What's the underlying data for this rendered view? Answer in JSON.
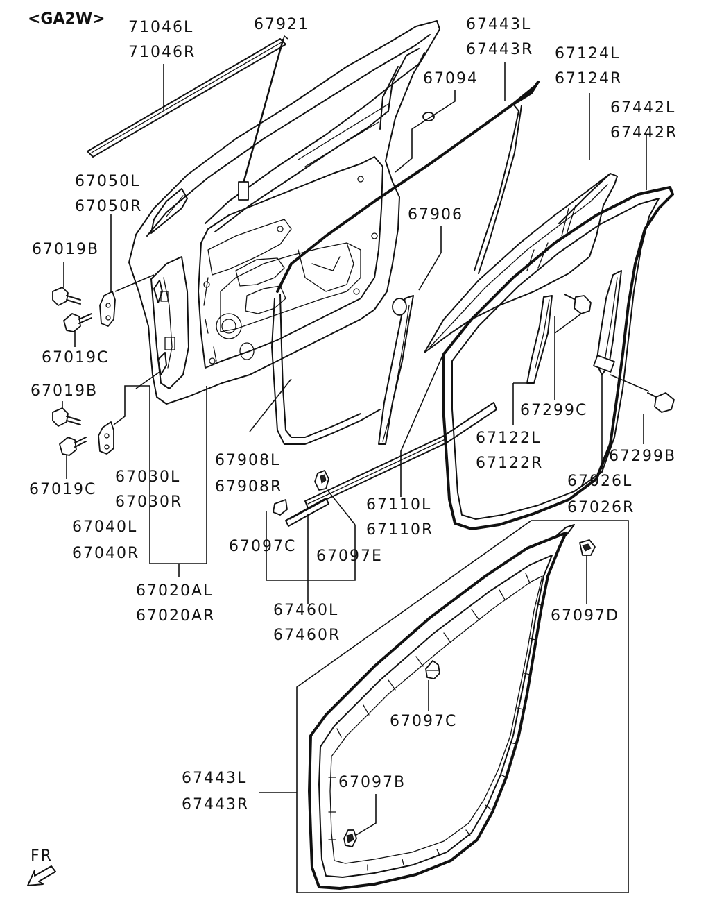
{
  "title": "<GA2W>",
  "direction_label": "FR",
  "parts": {
    "p71046L": "71046L",
    "p71046R": "71046R",
    "p67921": "67921",
    "p67443L_top": "67443L",
    "p67443R_top": "67443R",
    "p67094": "67094",
    "p67124L": "67124L",
    "p67124R": "67124R",
    "p67442L": "67442L",
    "p67442R": "67442R",
    "p67050L": "67050L",
    "p67050R": "67050R",
    "p67019B_1": "67019B",
    "p67019C_1": "67019C",
    "p67019B_2": "67019B",
    "p67019C_2": "67019C",
    "p67906": "67906",
    "p67299C": "67299C",
    "p67122L": "67122L",
    "p67122R": "67122R",
    "p67299B": "67299B",
    "p67026L": "67026L",
    "p67026R": "67026R",
    "p67030L": "67030L",
    "p67030R": "67030R",
    "p67040L": "67040L",
    "p67040R": "67040R",
    "p67020AL": "67020AL",
    "p67020AR": "67020AR",
    "p67908L": "67908L",
    "p67908R": "67908R",
    "p67097C_1": "67097C",
    "p67097E": "67097E",
    "p67460L": "67460L",
    "p67460R": "67460R",
    "p67110L": "67110L",
    "p67110R": "67110R",
    "p67097D": "67097D",
    "p67097C_2": "67097C",
    "p67443L_bot": "67443L",
    "p67443R_bot": "67443R",
    "p67097B": "67097B"
  }
}
